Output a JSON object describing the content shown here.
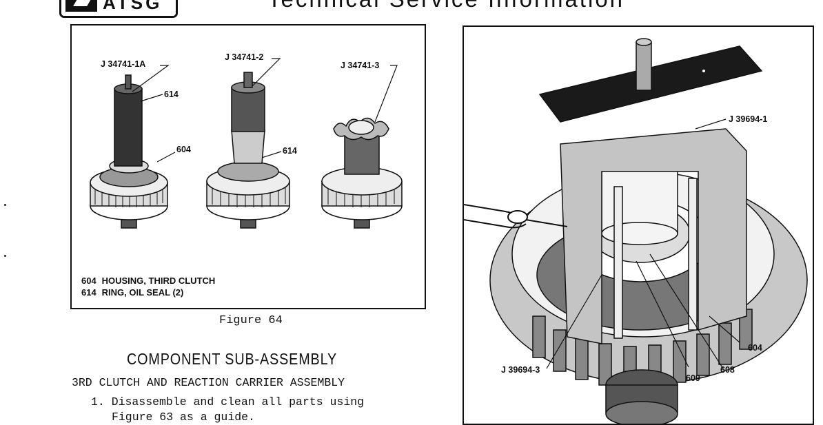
{
  "header": {
    "logo_text": "ATSG",
    "title": "Technical Service Information"
  },
  "figure_left": {
    "callouts": {
      "tool1": "J 34741-1A",
      "tool2": "J 34741-2",
      "tool3": "J 34741-3",
      "ring_a": "614",
      "housing": "604",
      "ring_b": "614"
    },
    "legend": [
      {
        "num": "604",
        "text": "HOUSING, THIRD CLUTCH"
      },
      {
        "num": "614",
        "text": "RING, OIL SEAL (2)"
      }
    ],
    "caption": "Figure 64"
  },
  "section": {
    "title": "COMPONENT SUB-ASSEMBLY",
    "subtitle": "3RD CLUTCH AND REACTION CARRIER ASSEMBLY",
    "step1_line1": "1. Disassemble and clean all parts using",
    "step1_line2": "Figure 63 as a guide."
  },
  "figure_right": {
    "labels": {
      "compressor": "J 39694-1",
      "adapter": "J 39694-3",
      "housing": "604",
      "part608": "608",
      "part609": "609"
    }
  }
}
